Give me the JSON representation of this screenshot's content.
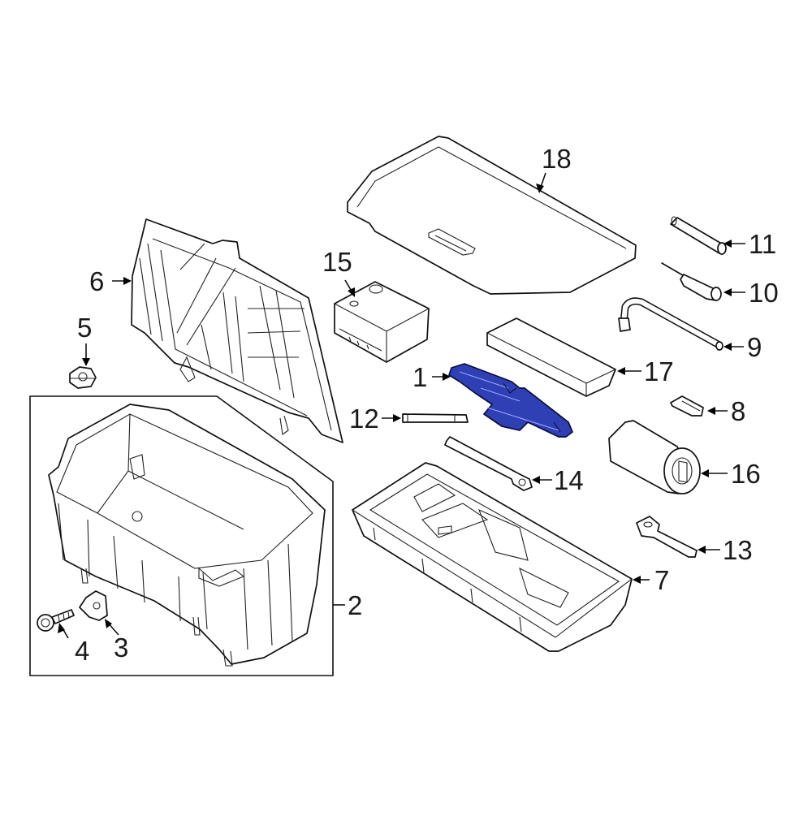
{
  "diagram": {
    "highlight_color": "#2f3fb4",
    "callouts": [
      {
        "id": "1",
        "label": "1"
      },
      {
        "id": "2",
        "label": "2"
      },
      {
        "id": "3",
        "label": "3"
      },
      {
        "id": "4",
        "label": "4"
      },
      {
        "id": "5",
        "label": "5"
      },
      {
        "id": "6",
        "label": "6"
      },
      {
        "id": "7",
        "label": "7"
      },
      {
        "id": "8",
        "label": "8"
      },
      {
        "id": "9",
        "label": "9"
      },
      {
        "id": "10",
        "label": "10"
      },
      {
        "id": "11",
        "label": "11"
      },
      {
        "id": "12",
        "label": "12"
      },
      {
        "id": "13",
        "label": "13"
      },
      {
        "id": "14",
        "label": "14"
      },
      {
        "id": "15",
        "label": "15"
      },
      {
        "id": "16",
        "label": "16"
      },
      {
        "id": "17",
        "label": "17"
      },
      {
        "id": "18",
        "label": "18"
      }
    ],
    "parts": [
      {
        "id": "trunk-cover-panel",
        "icon": "cover-panel-icon"
      },
      {
        "id": "side-trim-panel",
        "icon": "trim-panel-icon"
      },
      {
        "id": "storage-bin",
        "icon": "storage-bin-icon"
      },
      {
        "id": "tool-tray",
        "icon": "tool-tray-icon"
      },
      {
        "id": "scissor-jack",
        "icon": "scissor-jack-icon",
        "highlighted": true
      },
      {
        "id": "air-compressor",
        "icon": "compressor-icon"
      },
      {
        "id": "foam-block",
        "icon": "foam-block-icon"
      },
      {
        "id": "sealant-bottle",
        "icon": "bottle-icon"
      },
      {
        "id": "lug-wrench",
        "icon": "wrench-icon"
      }
    ]
  }
}
